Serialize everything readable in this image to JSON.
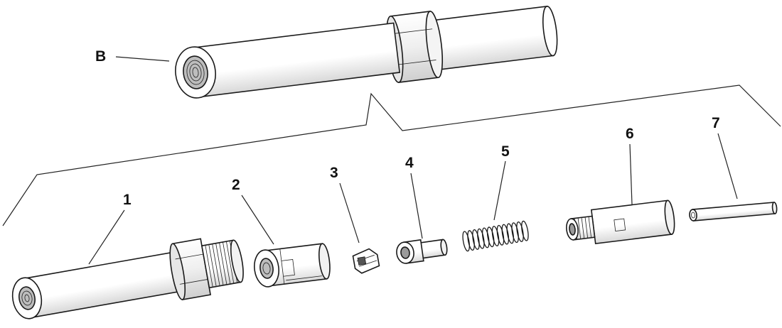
{
  "diagram": {
    "assembly_label": "B",
    "part_labels": [
      "1",
      "2",
      "3",
      "4",
      "5",
      "6",
      "7"
    ]
  },
  "colors": {
    "stroke": "#1a1a1a",
    "fill": "#ffffff",
    "shade": "#d9d9d9"
  }
}
